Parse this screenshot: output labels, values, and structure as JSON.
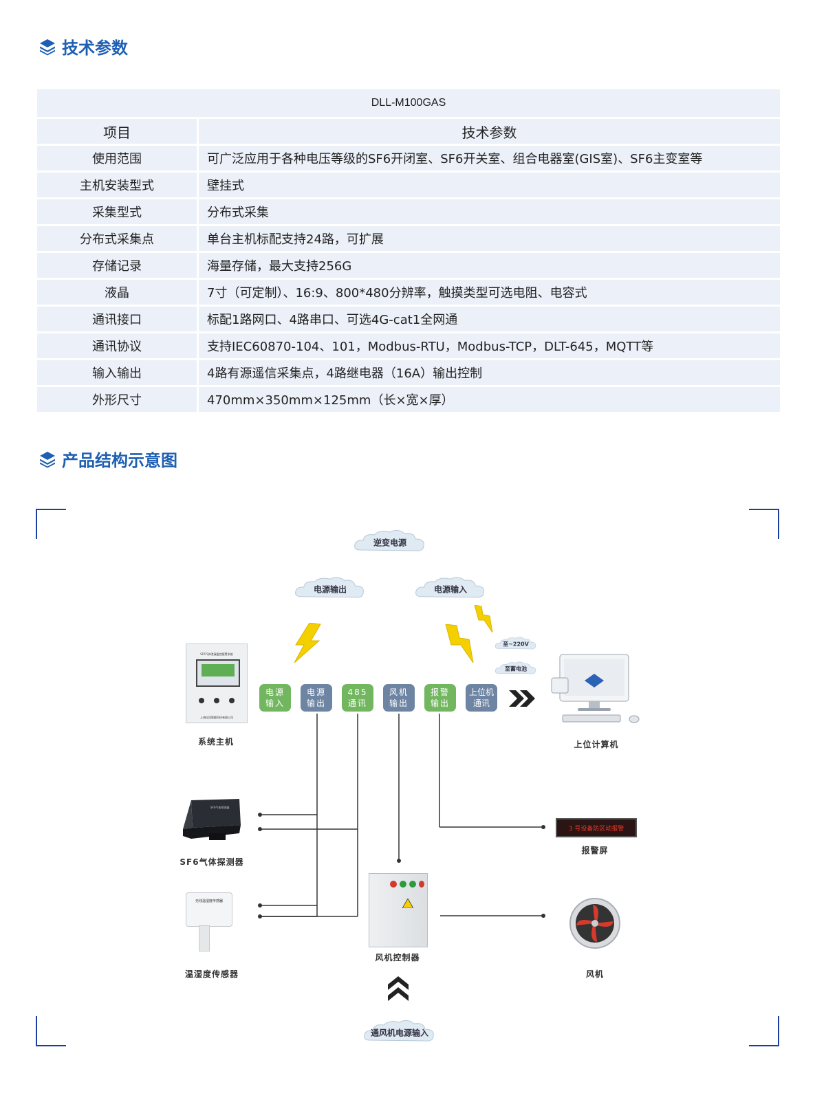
{
  "section1": {
    "title": "技术参数"
  },
  "section2": {
    "title": "产品结构示意图"
  },
  "spec_table": {
    "model": "DLL-M100GAS",
    "header": {
      "key": "项目",
      "value": "技术参数"
    },
    "rows": [
      {
        "key": "使用范围",
        "value": "可广泛应用于各种电压等级的SF6开闭室、SF6开关室、组合电器室(GIS室)、SF6主变室等"
      },
      {
        "key": "主机安装型式",
        "value": "壁挂式"
      },
      {
        "key": "采集型式",
        "value": "分布式采集"
      },
      {
        "key": "分布式采集点",
        "value": "单台主机标配支持24路，可扩展"
      },
      {
        "key": "存储记录",
        "value": "海量存储，最大支持256G"
      },
      {
        "key": "液晶",
        "value": "7寸（可定制）、16:9、800*480分辨率，触摸类型可选电阻、电容式"
      },
      {
        "key": "通讯接口",
        "value": "标配1路网口、4路串口、可选4G-cat1全网通"
      },
      {
        "key": "通讯协议",
        "value": "支持IEC60870-104、101，Modbus-RTU，Modbus-TCP，DLT-645，MQTT等"
      },
      {
        "key": "输入输出",
        "value": "4路有源遥信采集点，4路继电器（16A）输出控制"
      },
      {
        "key": "外形尺寸",
        "value": "470mm×350mm×125mm（长×宽×厚）"
      }
    ]
  },
  "diagram": {
    "clouds": {
      "inverter": "逆变电源",
      "power_out": "电源输出",
      "power_in": "电源输入",
      "to_220v": "至~220V",
      "to_battery": "至蓄电池",
      "fan_power_in": "通风机电源输入"
    },
    "ports": [
      {
        "line1": "电源",
        "line2": "输入"
      },
      {
        "line1": "电源",
        "line2": "输出"
      },
      {
        "line1": "485",
        "line2": "通讯"
      },
      {
        "line1": "风机",
        "line2": "输出"
      },
      {
        "line1": "报警",
        "line2": "输出"
      },
      {
        "line1": "上位机",
        "line2": "通讯"
      }
    ],
    "devices": {
      "host": "系统主机",
      "host_header": "SF6气体泄漏监控报警系统",
      "host_brand": "上海仪设智能科技有限公司",
      "computer": "上位计算机",
      "sf6": "SF6气体探测器",
      "sf6_label": "SF6气体探测器",
      "alarm": "报警屏",
      "alarm_led": "3 号设备防区动报警",
      "temp": "温湿度传感器",
      "temp_label": "无线温湿度传感器",
      "fan_ctrl": "风机控制器",
      "fan": "风机"
    },
    "colors": {
      "green_port": "#72b760",
      "blue_port": "#6d84a3",
      "frame": "#1a3f9e",
      "bolt": "#f5d000"
    }
  }
}
